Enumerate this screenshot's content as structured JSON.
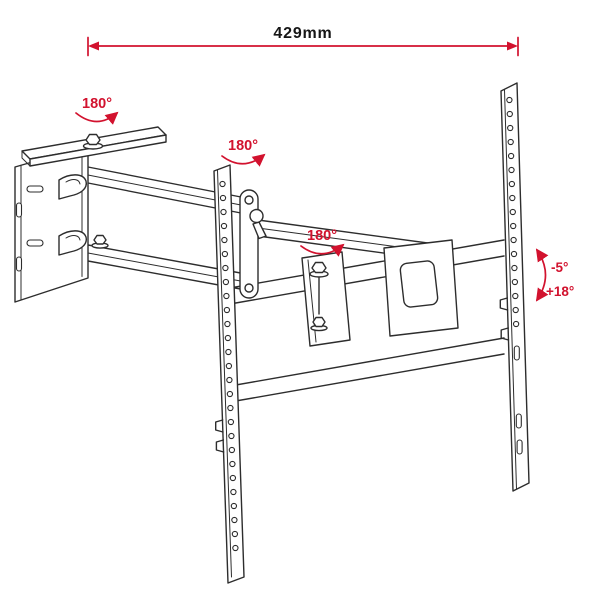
{
  "annotations": {
    "width_dimension": "429mm",
    "rotation_labels": [
      "180°",
      "180°",
      "180°"
    ],
    "tilt_min": "-5°",
    "tilt_max": "+18°"
  },
  "colors": {
    "annotation_red": "#d2122e",
    "line_dark": "#2d2d2d",
    "background": "#ffffff"
  }
}
